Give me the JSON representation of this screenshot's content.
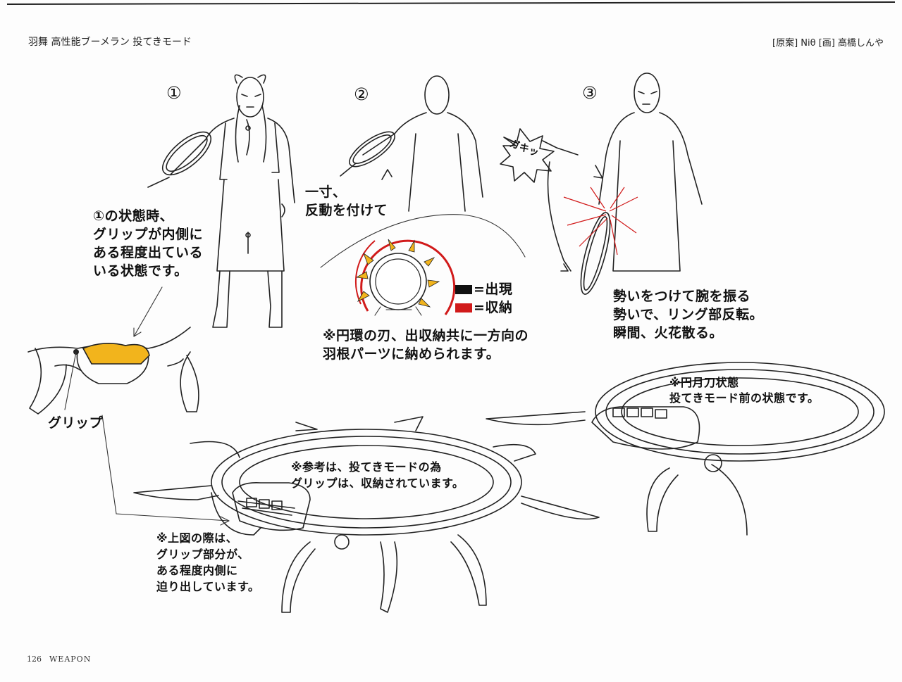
{
  "header": {
    "title": "羽舞 高性能ブーメラン 投てきモード",
    "credit": "[原案] Niθ [画] 高橋しんや"
  },
  "steps": {
    "one": "①",
    "two": "②",
    "three": "③"
  },
  "notes": {
    "grip_state": [
      "①の状態時、",
      "グリップが内側に",
      "ある程度出ている",
      "いる状態です。"
    ],
    "recoil": [
      "一寸、",
      "反動を付けて"
    ],
    "swing": [
      "勢いをつけて腕を振る",
      "勢いで、リング部反転。",
      "瞬間、火花散る。"
    ],
    "blades": [
      "※円環の刃、出収納共に一方向の",
      "羽根パーツに納められます。"
    ],
    "crescent": [
      "※円月刀状態",
      "投てきモード前の状態です。"
    ],
    "reference": [
      "※参考は、投てきモードの為",
      "グリップは、収納されています。"
    ],
    "upper_fig": [
      "※上図の際は、",
      "グリップ部分が、",
      "ある程度内側に",
      "迫り出しています。"
    ],
    "grip_label": "グリップ",
    "sfx": "ガキッ"
  },
  "legend": [
    {
      "label": "=出現",
      "color": "#111111"
    },
    {
      "label": "=収納",
      "color": "#d11a1a"
    }
  ],
  "footer": {
    "page_number": "126",
    "section": "WEAPON"
  },
  "colors": {
    "ink": "#222222",
    "accent_red": "#d11a1a",
    "accent_yellow": "#f2b41c"
  }
}
